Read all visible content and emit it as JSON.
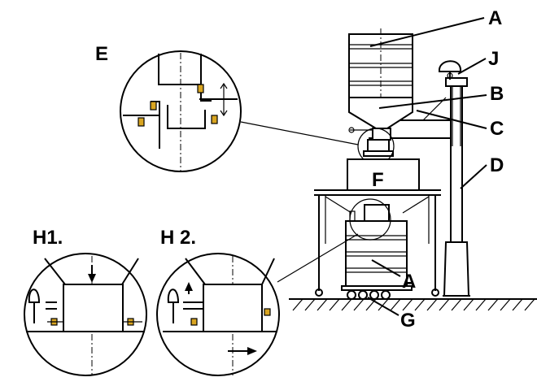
{
  "labels": {
    "a_top": "A",
    "a_bottom": "A",
    "b": "B",
    "c": "C",
    "d": "D",
    "e": "E",
    "f": "F",
    "g": "G",
    "j": "J",
    "h1": "H1.",
    "h2": "H 2."
  },
  "colors": {
    "line": "#000000",
    "seal": "#d9a521",
    "background": "#ffffff"
  }
}
